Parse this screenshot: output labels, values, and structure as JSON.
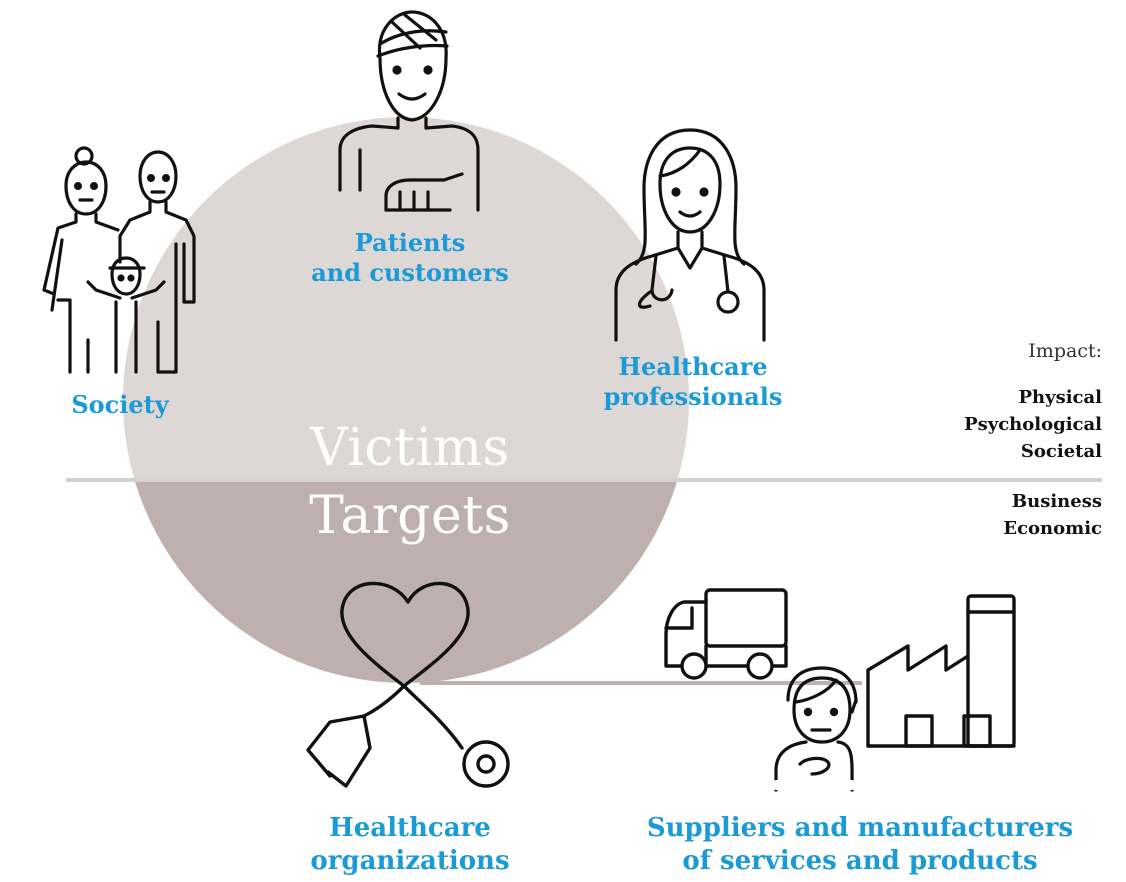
{
  "colors": {
    "circle_upper": "#ddd7d6",
    "circle_lower": "#bdb0ae",
    "label_blue": "#1a9ad6",
    "divider": "#d6d1d0",
    "icon_stroke": "#111111"
  },
  "circle": {
    "upper_word": "Victims",
    "lower_word": "Targets"
  },
  "groups": {
    "patients": [
      "Patients",
      "and customers"
    ],
    "society": [
      "Society"
    ],
    "professionals": [
      "Healthcare",
      "professionals"
    ],
    "organizations": [
      "Healthcare",
      "organizations"
    ],
    "suppliers": [
      "Suppliers and manufacturers",
      "of services and products"
    ]
  },
  "impact": {
    "title": "Impact:",
    "victim_impacts": [
      "Physical",
      "Psychological",
      "Societal"
    ],
    "target_impacts": [
      "Business",
      "Economic"
    ]
  },
  "icons": [
    "injured-patient-icon",
    "family-icon",
    "female-doctor-icon",
    "heart-stethoscope-icon",
    "delivery-truck-icon",
    "factory-icon",
    "support-agent-icon"
  ]
}
